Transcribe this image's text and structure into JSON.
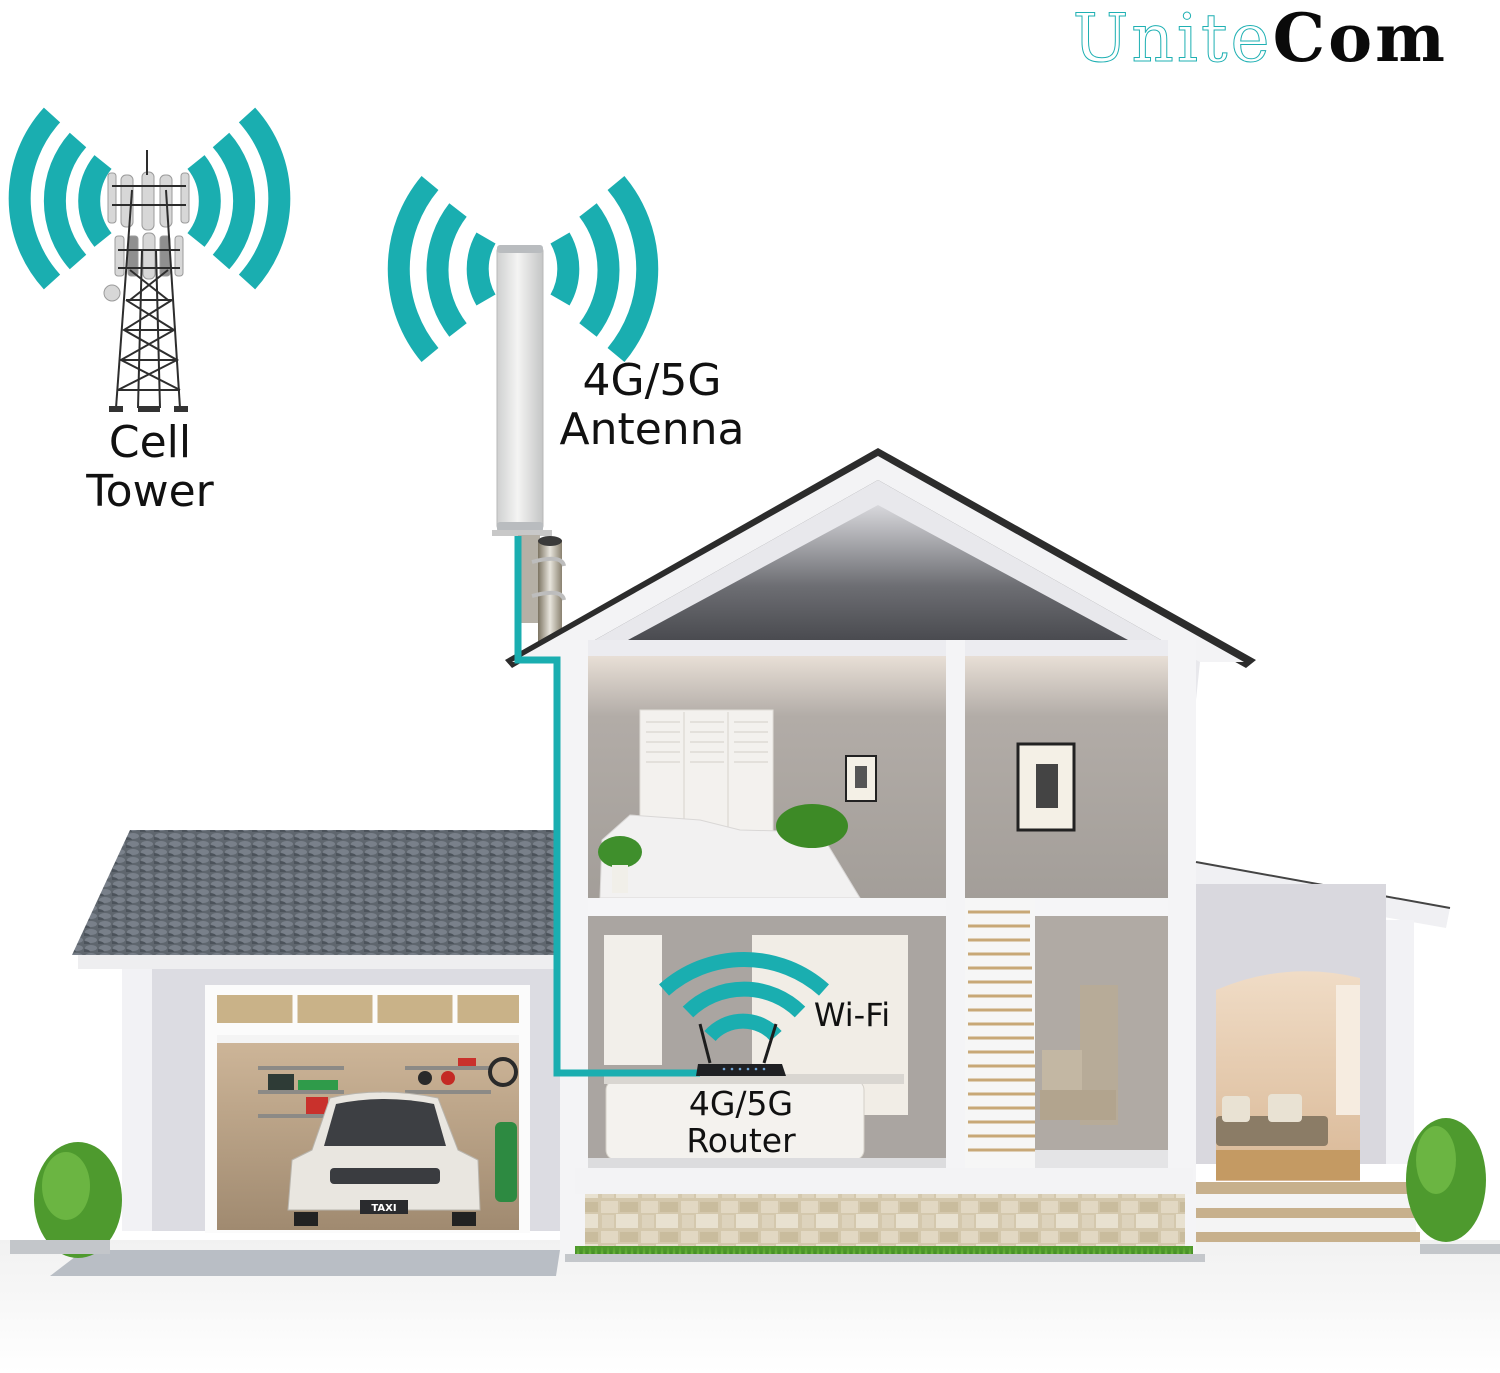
{
  "brand": {
    "name_part1": "Unite",
    "name_part2": "Com",
    "accent_color": "#1fb0b3",
    "dark_color": "#0a0a0a"
  },
  "labels": {
    "cell_tower_line1": "Cell",
    "cell_tower_line2": "Tower",
    "antenna_line1": "4G/5G",
    "antenna_line2": "Antenna",
    "wifi": "Wi-Fi",
    "router_line1": "4G/5G",
    "router_line2": "Router",
    "license_plate": "TAXI"
  },
  "icons": {
    "tower_signal": "signal-waves-icon",
    "antenna_signal": "signal-waves-icon",
    "wifi_signal": "wifi-icon",
    "cable": "coax-cable-line"
  },
  "colors": {
    "signal_teal": "#1aaeb0",
    "roof_shingle": "#5d646c",
    "wall_grey": "#a8a39f",
    "ceiling_beige": "#e6ddd3",
    "stone": "#d8cdb6",
    "grass": "#5aa332",
    "concrete": "#bfc3c8"
  }
}
